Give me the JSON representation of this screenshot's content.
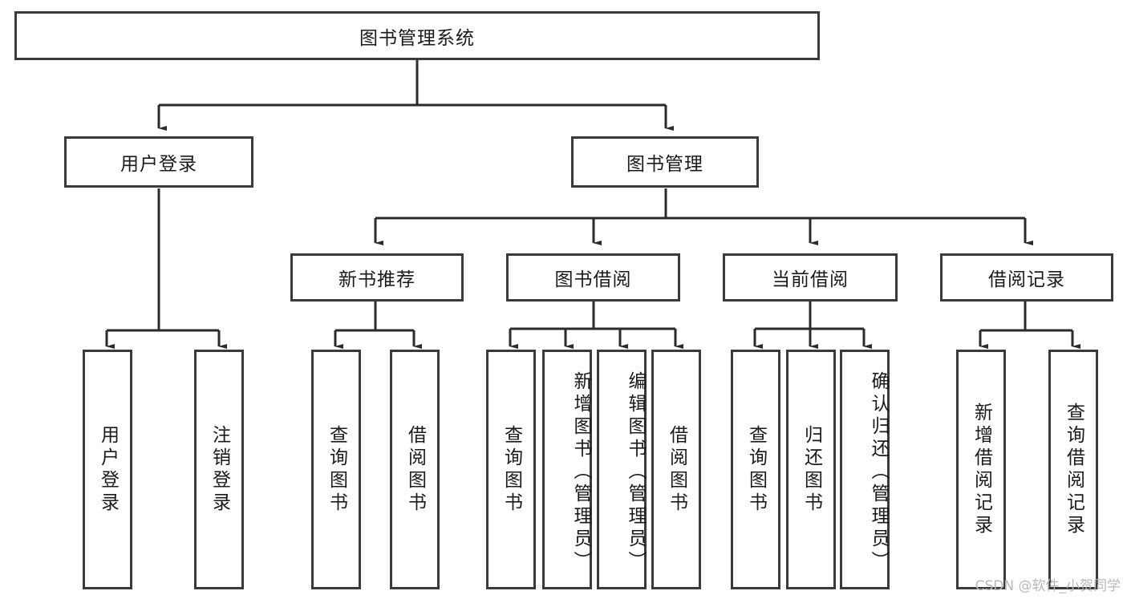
{
  "diagram": {
    "title_node": {
      "label": "图书管理系统"
    },
    "level2": [
      {
        "label": "用户登录"
      },
      {
        "label": "图书管理"
      }
    ],
    "level3": [
      {
        "label": "新书推荐"
      },
      {
        "label": "图书借阅"
      },
      {
        "label": "当前借阅"
      },
      {
        "label": "借阅记录"
      }
    ],
    "leaves": [
      {
        "label": "用户登录"
      },
      {
        "label": "注销登录"
      },
      {
        "label": "查询图书"
      },
      {
        "label": "借阅图书"
      },
      {
        "label": "查询图书"
      },
      {
        "label": "新增图书（管理员）"
      },
      {
        "label": "编辑图书（管理员）"
      },
      {
        "label": "借阅图书"
      },
      {
        "label": "查询图书"
      },
      {
        "label": "归还图书"
      },
      {
        "label": "确认归还（管理员）"
      },
      {
        "label": "新增借阅记录"
      },
      {
        "label": "查询借阅记录"
      }
    ],
    "watermark": "CSDN @软件_小贺同学",
    "colors": {
      "border": "#3a3a3a",
      "text": "#1a1a1a",
      "background": "#ffffff",
      "watermark": "#b8b8b8"
    }
  }
}
